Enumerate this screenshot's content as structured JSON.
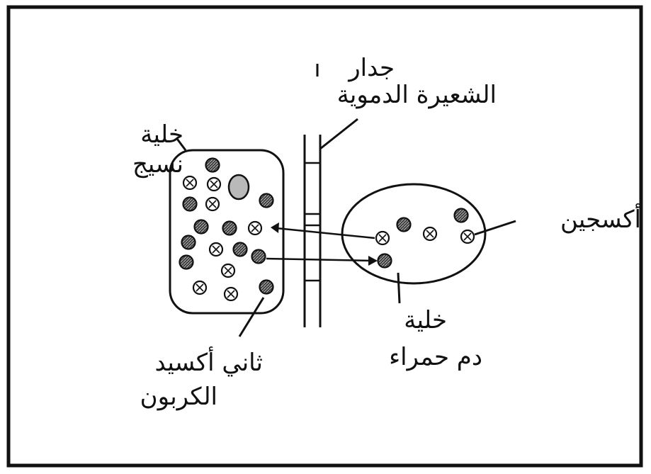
{
  "labels": {
    "capillary_wall": [
      "جدار",
      "الشعيرة الدموية"
    ],
    "tissue_cell": [
      "خلية",
      "نسيج"
    ],
    "oxygen": "أكسجين",
    "carbon_dioxide": [
      "ثاني أكسيد",
      "الكربون"
    ],
    "red_blood_cell": [
      "خلية",
      "دم حمراء"
    ]
  },
  "icons": {
    "oxygen_molecule": "circle-with-x",
    "carbon_dioxide_molecule": "dark-cross-hatched-circle",
    "nucleus": "grey-oval"
  },
  "colors": {
    "line": "#111111",
    "co2_fill": "#3a3a3a",
    "nucleus_fill": "#b9b9b9",
    "background": "#ffffff"
  }
}
